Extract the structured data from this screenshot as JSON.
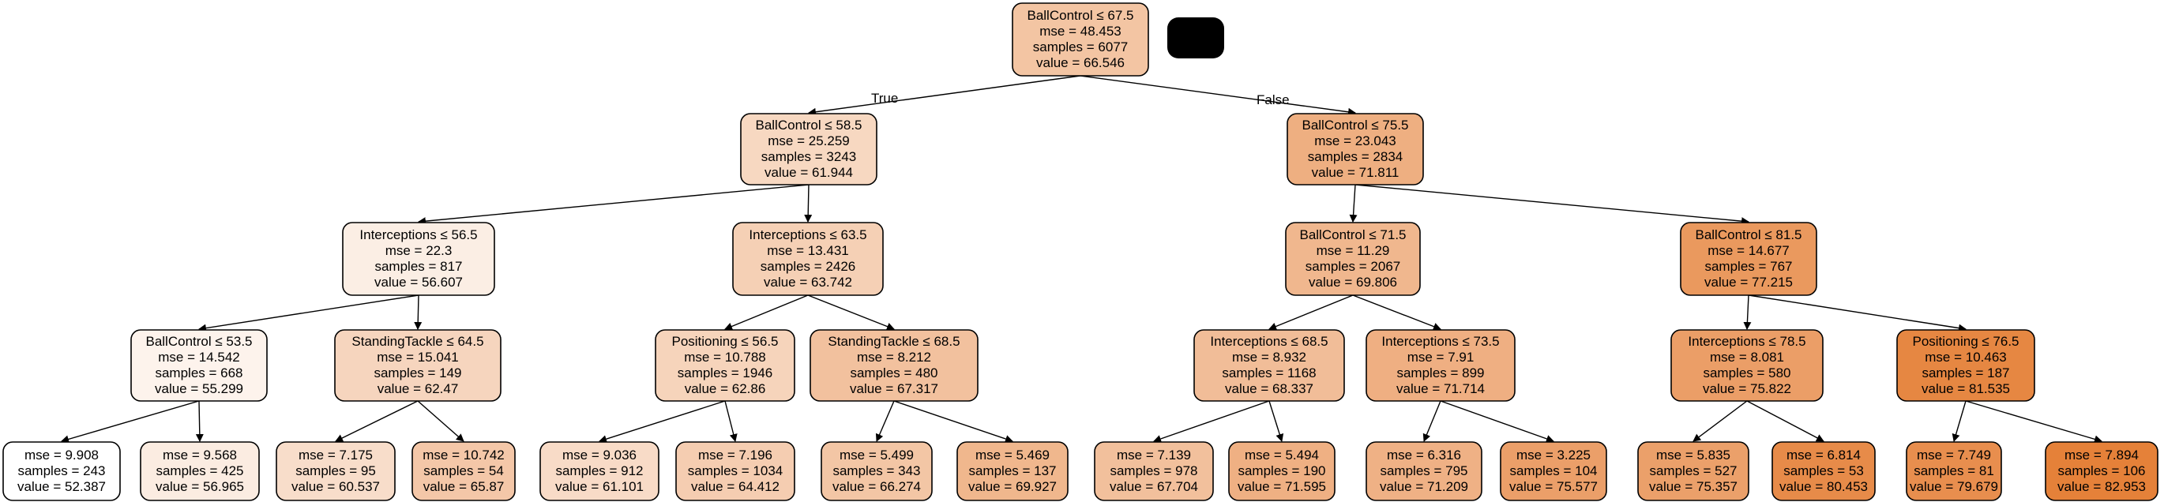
{
  "colors": {
    "low": "#ffffff",
    "high": "#e58139",
    "border": "#000000",
    "redaction": "#000000"
  },
  "value_range": [
    52.387,
    82.953
  ],
  "edge_labels": {
    "true_label": "True",
    "false_label": "False"
  },
  "nodes": [
    {
      "id": 0,
      "lines": [
        "BallControl ≤ 67.5",
        "mse = 48.453",
        "samples = 6077",
        "value = 66.546"
      ],
      "value": 66.546
    },
    {
      "id": 1,
      "lines": [
        "BallControl ≤ 58.5",
        "mse = 25.259",
        "samples = 3243",
        "value = 61.944"
      ],
      "value": 61.944
    },
    {
      "id": 2,
      "lines": [
        "BallControl ≤ 75.5",
        "mse = 23.043",
        "samples = 2834",
        "value = 71.811"
      ],
      "value": 71.811
    },
    {
      "id": 3,
      "lines": [
        "Interceptions ≤ 56.5",
        "mse = 22.3",
        "samples = 817",
        "value = 56.607"
      ],
      "value": 56.607
    },
    {
      "id": 4,
      "lines": [
        "Interceptions ≤ 63.5",
        "mse = 13.431",
        "samples = 2426",
        "value = 63.742"
      ],
      "value": 63.742
    },
    {
      "id": 5,
      "lines": [
        "BallControl ≤ 71.5",
        "mse = 11.29",
        "samples = 2067",
        "value = 69.806"
      ],
      "value": 69.806
    },
    {
      "id": 6,
      "lines": [
        "BallControl ≤ 81.5",
        "mse = 14.677",
        "samples = 767",
        "value = 77.215"
      ],
      "value": 77.215
    },
    {
      "id": 7,
      "lines": [
        "BallControl ≤ 53.5",
        "mse = 14.542",
        "samples = 668",
        "value = 55.299"
      ],
      "value": 55.299
    },
    {
      "id": 8,
      "lines": [
        "StandingTackle ≤ 64.5",
        "mse = 15.041",
        "samples = 149",
        "value = 62.47"
      ],
      "value": 62.47
    },
    {
      "id": 9,
      "lines": [
        "Positioning ≤ 56.5",
        "mse = 10.788",
        "samples = 1946",
        "value = 62.86"
      ],
      "value": 62.86
    },
    {
      "id": 10,
      "lines": [
        "StandingTackle ≤ 68.5",
        "mse = 8.212",
        "samples = 480",
        "value = 67.317"
      ],
      "value": 67.317
    },
    {
      "id": 11,
      "lines": [
        "Interceptions ≤ 68.5",
        "mse = 8.932",
        "samples = 1168",
        "value = 68.337"
      ],
      "value": 68.337
    },
    {
      "id": 12,
      "lines": [
        "Interceptions ≤ 73.5",
        "mse = 7.91",
        "samples = 899",
        "value = 71.714"
      ],
      "value": 71.714
    },
    {
      "id": 13,
      "lines": [
        "Interceptions ≤ 78.5",
        "mse = 8.081",
        "samples = 580",
        "value = 75.822"
      ],
      "value": 75.822
    },
    {
      "id": 14,
      "lines": [
        "Positioning ≤ 76.5",
        "mse = 10.463",
        "samples = 187",
        "value = 81.535"
      ],
      "value": 81.535
    },
    {
      "id": 15,
      "lines": [
        "mse = 9.908",
        "samples = 243",
        "value = 52.387"
      ],
      "value": 52.387
    },
    {
      "id": 16,
      "lines": [
        "mse = 9.568",
        "samples = 425",
        "value = 56.965"
      ],
      "value": 56.965
    },
    {
      "id": 17,
      "lines": [
        "mse = 7.175",
        "samples = 95",
        "value = 60.537"
      ],
      "value": 60.537
    },
    {
      "id": 18,
      "lines": [
        "mse = 10.742",
        "samples = 54",
        "value = 65.87"
      ],
      "value": 65.87
    },
    {
      "id": 19,
      "lines": [
        "mse = 9.036",
        "samples = 912",
        "value = 61.101"
      ],
      "value": 61.101
    },
    {
      "id": 20,
      "lines": [
        "mse = 7.196",
        "samples = 1034",
        "value = 64.412"
      ],
      "value": 64.412
    },
    {
      "id": 21,
      "lines": [
        "mse = 5.499",
        "samples = 343",
        "value = 66.274"
      ],
      "value": 66.274
    },
    {
      "id": 22,
      "lines": [
        "mse = 5.469",
        "samples = 137",
        "value = 69.927"
      ],
      "value": 69.927
    },
    {
      "id": 23,
      "lines": [
        "mse = 7.139",
        "samples = 978",
        "value = 67.704"
      ],
      "value": 67.704
    },
    {
      "id": 24,
      "lines": [
        "mse = 5.494",
        "samples = 190",
        "value = 71.595"
      ],
      "value": 71.595
    },
    {
      "id": 25,
      "lines": [
        "mse = 6.316",
        "samples = 795",
        "value = 71.209"
      ],
      "value": 71.209
    },
    {
      "id": 26,
      "lines": [
        "mse = 3.225",
        "samples = 104",
        "value = 75.577"
      ],
      "value": 75.577
    },
    {
      "id": 27,
      "lines": [
        "mse = 5.835",
        "samples = 527",
        "value = 75.357"
      ],
      "value": 75.357
    },
    {
      "id": 28,
      "lines": [
        "mse = 6.814",
        "samples = 53",
        "value = 80.453"
      ],
      "value": 80.453
    },
    {
      "id": 29,
      "lines": [
        "mse = 7.749",
        "samples = 81",
        "value = 79.679"
      ],
      "value": 79.679
    },
    {
      "id": 30,
      "lines": [
        "mse = 7.894",
        "samples = 106",
        "value = 82.953"
      ],
      "value": 82.953
    }
  ],
  "edges": [
    {
      "from": 0,
      "to": 1,
      "label": "true_label"
    },
    {
      "from": 0,
      "to": 2,
      "label": "false_label"
    },
    {
      "from": 1,
      "to": 3
    },
    {
      "from": 1,
      "to": 4
    },
    {
      "from": 2,
      "to": 5
    },
    {
      "from": 2,
      "to": 6
    },
    {
      "from": 3,
      "to": 7
    },
    {
      "from": 3,
      "to": 8
    },
    {
      "from": 4,
      "to": 9
    },
    {
      "from": 4,
      "to": 10
    },
    {
      "from": 5,
      "to": 11
    },
    {
      "from": 5,
      "to": 12
    },
    {
      "from": 6,
      "to": 13
    },
    {
      "from": 6,
      "to": 14
    },
    {
      "from": 7,
      "to": 15
    },
    {
      "from": 7,
      "to": 16
    },
    {
      "from": 8,
      "to": 17
    },
    {
      "from": 8,
      "to": 18
    },
    {
      "from": 9,
      "to": 19
    },
    {
      "from": 9,
      "to": 20
    },
    {
      "from": 10,
      "to": 21
    },
    {
      "from": 10,
      "to": 22
    },
    {
      "from": 11,
      "to": 23
    },
    {
      "from": 11,
      "to": 24
    },
    {
      "from": 12,
      "to": 25
    },
    {
      "from": 12,
      "to": 26
    },
    {
      "from": 13,
      "to": 27
    },
    {
      "from": 13,
      "to": 28
    },
    {
      "from": 14,
      "to": 29
    },
    {
      "from": 14,
      "to": 30
    }
  ]
}
